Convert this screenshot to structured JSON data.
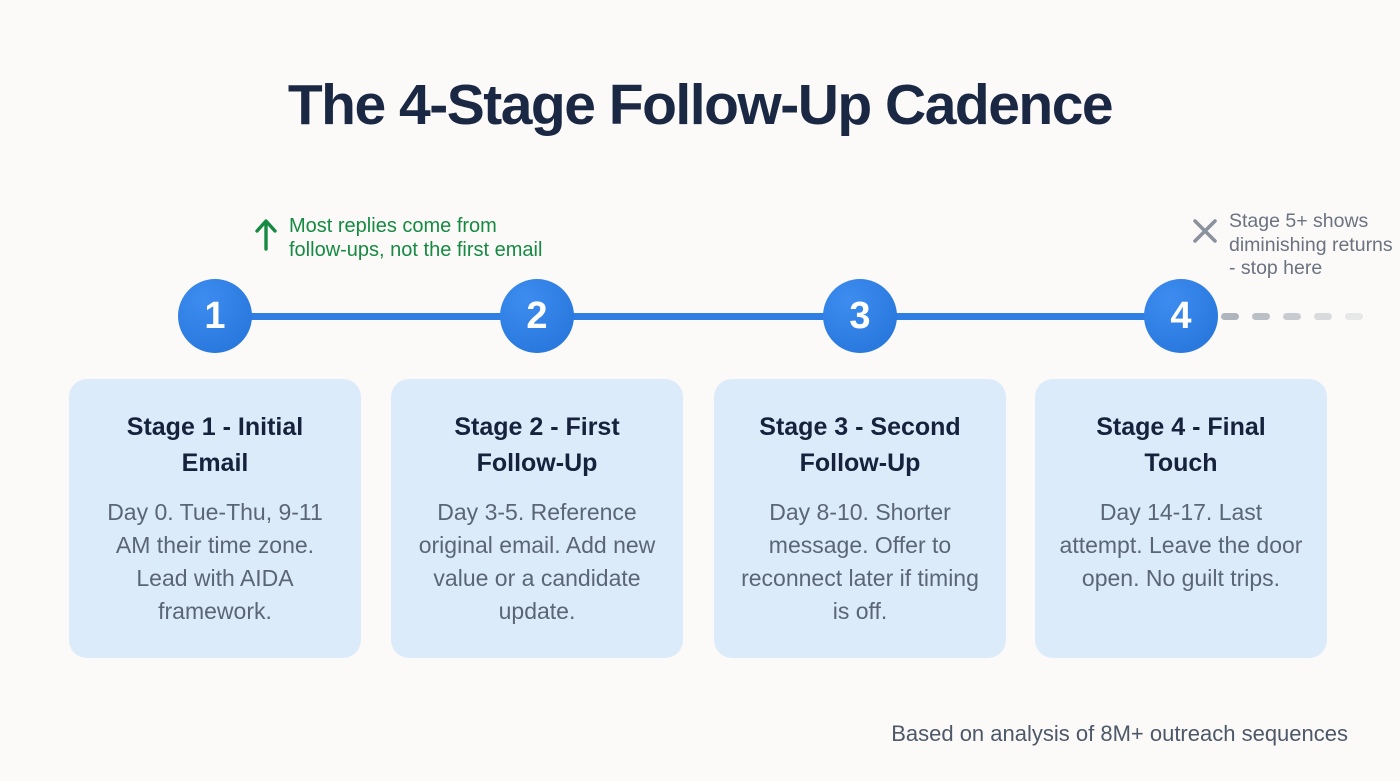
{
  "title": "The 4-Stage Follow-Up Cadence",
  "annotations": {
    "positive": {
      "icon": "arrow-up",
      "text": "Most replies come from follow-ups, not the first email",
      "color": "#168a43"
    },
    "negative": {
      "icon": "x",
      "text": "Stage 5+ shows diminishing returns - stop here",
      "color": "#6b7280"
    }
  },
  "timeline": {
    "line_color": "#2f7ee3",
    "circle_color": "#2e7de2",
    "steps": [
      "1",
      "2",
      "3",
      "4"
    ]
  },
  "stages": [
    {
      "number": "1",
      "title": "Stage 1 - Initial Email",
      "description": "Day 0. Tue-Thu, 9-11 AM their time zone. Lead with AIDA framework."
    },
    {
      "number": "2",
      "title": "Stage 2 - First Follow-Up",
      "description": "Day 3-5. Reference original email. Add new value or a candidate update."
    },
    {
      "number": "3",
      "title": "Stage 3 - Second Follow-Up",
      "description": "Day 8-10. Shorter message. Offer to reconnect later if timing is off."
    },
    {
      "number": "4",
      "title": "Stage 4 - Final Touch",
      "description": "Day 14-17. Last attempt. Leave the door open. No guilt trips."
    }
  ],
  "footer": "Based on analysis of 8M+ outreach sequences",
  "colors": {
    "background": "#fbfaf8",
    "title_text": "#1b2844",
    "card_background": "#dcebfa",
    "card_title": "#16213c",
    "card_body": "#5b6675",
    "dashed_line": "#9aa1ab"
  }
}
